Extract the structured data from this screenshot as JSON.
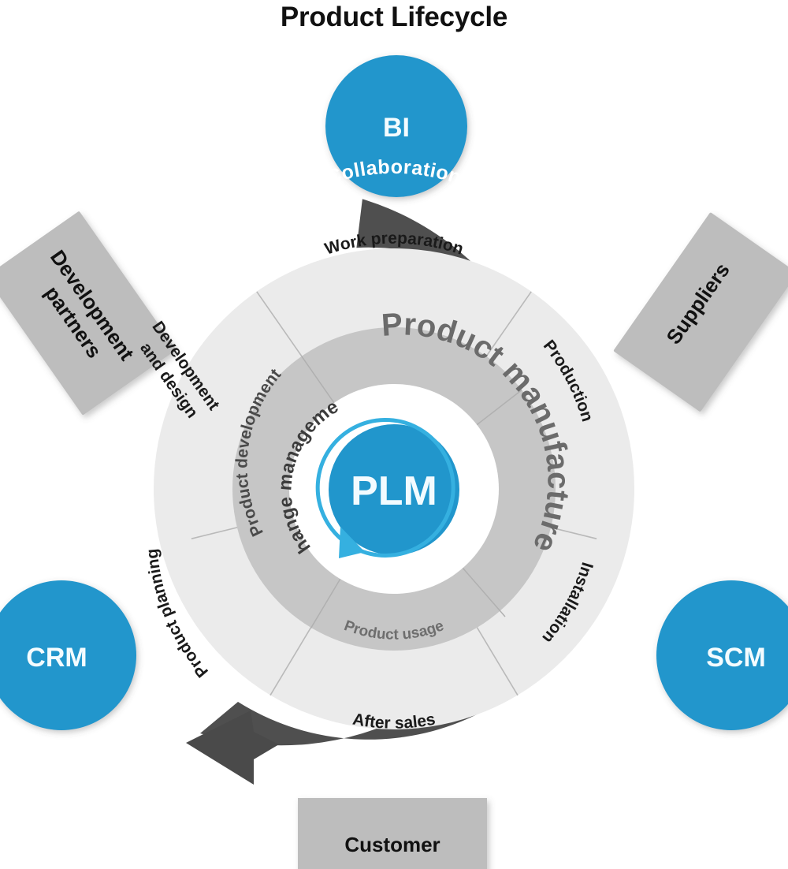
{
  "page": {
    "title": "Product Lifecycle",
    "background": "#ffffff"
  },
  "colors": {
    "accent_blue": "#2196cc",
    "arrow_blue": "#35b0e0",
    "outer_ring_dark": "#4f4f4f",
    "light_ring": "#ebebeb",
    "mid_ring": "#c6c6c6",
    "box_gray": "#bdbdbd",
    "inner_white": "#ffffff",
    "title_color": "#111111"
  },
  "center": {
    "core_label": "PLM",
    "inner_ring_label": "Change management"
  },
  "rings": {
    "outer_dark": {
      "label": "Collaboration"
    },
    "mid_gray": {
      "big_label": "Product manufacture",
      "segments": [
        "Product development",
        "Product usage"
      ]
    },
    "light_gray": {
      "segments": [
        "Work preparation",
        "Production",
        "Installation",
        "After sales",
        "Product planning",
        "Development and design"
      ]
    }
  },
  "external": {
    "circles": [
      {
        "label": "BI",
        "position": "top"
      },
      {
        "label": "SCM",
        "position": "right"
      },
      {
        "label": "CRM",
        "position": "left"
      }
    ],
    "boxes": [
      {
        "label": "Development partners",
        "position": "top-left"
      },
      {
        "label": "Suppliers",
        "position": "top-right"
      },
      {
        "label": "Customer",
        "position": "bottom"
      }
    ]
  },
  "icons": {
    "cycle_arrow": "circular-arrow-icon",
    "collaboration_arrow": "collaboration-arrow-icon"
  }
}
